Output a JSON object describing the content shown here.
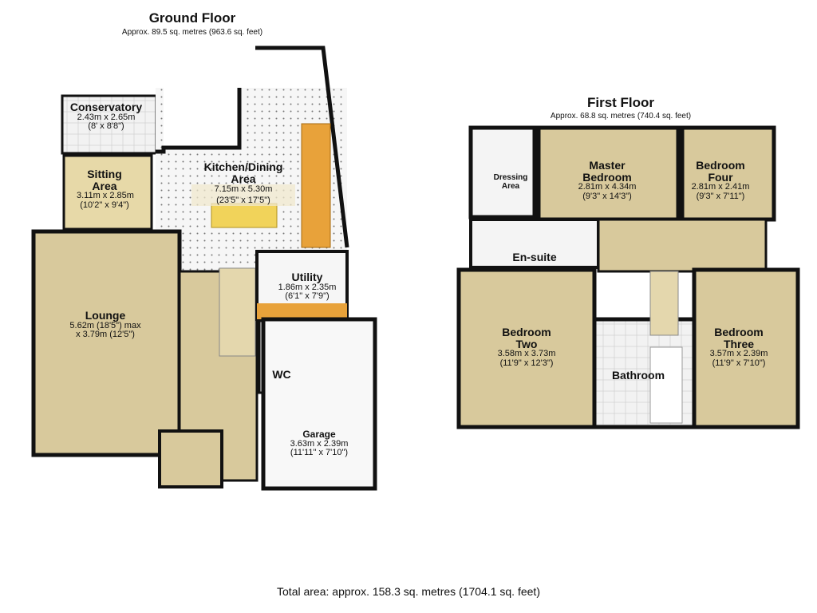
{
  "ground_floor": {
    "title": "Ground Floor",
    "area": "Approx. 89.5 sq. metres (963.6 sq. feet)",
    "rooms": [
      {
        "name": "Conservatory",
        "dims": "2.43m x 2.65m",
        "imperial": "(8' x 8'8\")"
      },
      {
        "name": "Sitting Area",
        "dims": "3.11m x 2.85m",
        "imperial": "(10'2\" x 9'4\")"
      },
      {
        "name": "Kitchen/Dining Area",
        "dims": "7.15m x 5.30m",
        "imperial": "(23'5\" x 17'5\")"
      },
      {
        "name": "Utility",
        "dims": "1.86m x 2.35m",
        "imperial": "(6'1\" x 7'9\")"
      },
      {
        "name": "Lounge",
        "dims": "5.62m (18'5\") max",
        "imperial": "x 3.79m (12'5\")"
      },
      {
        "name": "WC"
      },
      {
        "name": "Garage",
        "dims": "3.63m x 2.39m",
        "imperial": "(11'11\" x 7'10\")"
      }
    ]
  },
  "first_floor": {
    "title": "First Floor",
    "area": "Approx. 68.8 sq. metres (740.4 sq. feet)",
    "rooms": [
      {
        "name": "Dressing Area"
      },
      {
        "name": "Master Bedroom",
        "dims": "2.81m x 4.34m",
        "imperial": "(9'3\" x 14'3\")"
      },
      {
        "name": "Bedroom Four",
        "dims": "2.81m x 2.41m",
        "imperial": "(9'3\" x 7'11\")"
      },
      {
        "name": "En-suite"
      },
      {
        "name": "Bedroom Two",
        "dims": "3.58m x 3.73m",
        "imperial": "(11'9\" x 12'3\")"
      },
      {
        "name": "Bathroom"
      },
      {
        "name": "Bedroom Three",
        "dims": "3.57m x 2.39m",
        "imperial": "(11'9\" x 7'10\")"
      }
    ]
  },
  "total_area": "Total area: approx. 158.3 sq. metres (1704.1 sq. feet)",
  "colors": {
    "carpet": "#d8c99c",
    "wall": "#111111",
    "worktop": "#e8a23a",
    "tile": "#f4f4f4"
  }
}
